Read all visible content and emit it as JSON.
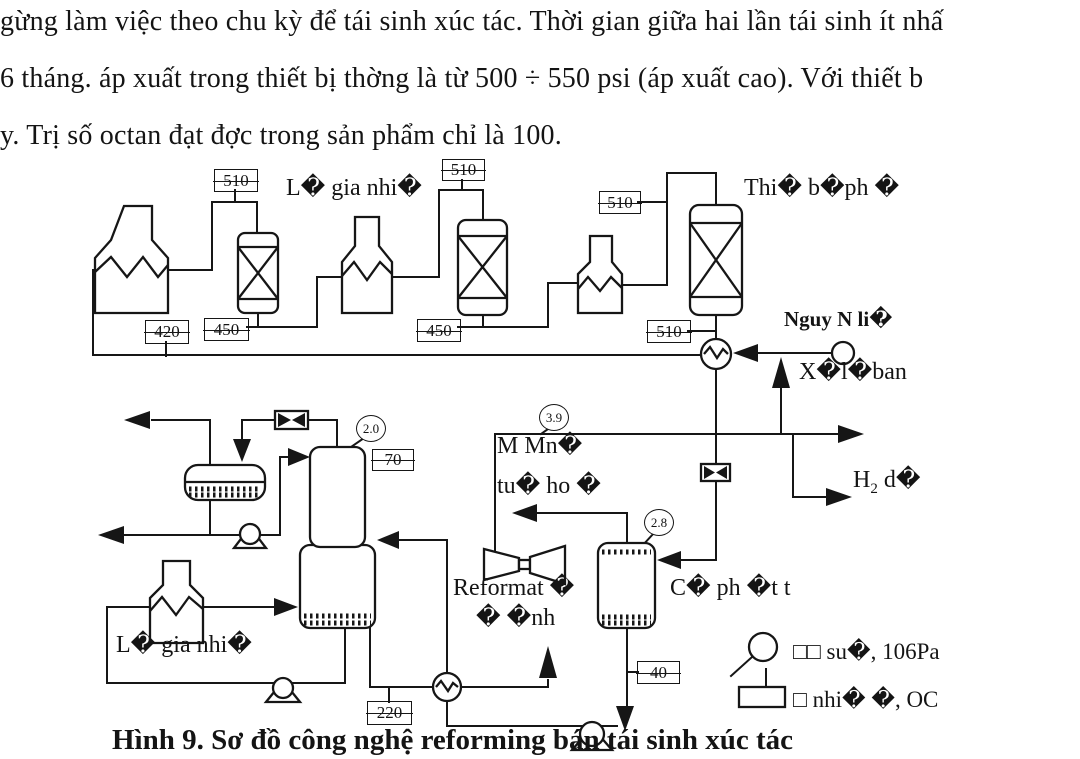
{
  "document": {
    "body_lines": [
      "gừng làm việc theo chu kỳ để tái sinh xúc tác. Thời gian giữa hai lần tái sinh ít nhấ",
      "6 tháng. áp xuất trong thiết bị thờng là từ 500 ÷ 550 psi (áp xuất cao). Với thiết b",
      "y. Trị số octan đạt đợc trong sản phẩm chỉ là 100."
    ],
    "caption": "Hình 9. Sơ đồ công nghệ reforming bán tái sinh xúc tác"
  },
  "diagram": {
    "labels": {
      "heater_top": "L� gia nhi�",
      "reactor": "Thi� b�ph �",
      "feed": "Nguy N  li�",
      "purge": "X�l�ban",
      "h2": {
        "base": "H",
        "sub": "2",
        "rest": " d�"
      },
      "compressor_line1": "M Mn�",
      "compressor_line2": "tu� ho �",
      "reformate_line1": "Reformat  �",
      "reformate_line2": "�  �nh",
      "separator": "C� ph �t t",
      "heater_bottom": "L� gia nhi�"
    },
    "temperature_boxes": [
      {
        "value": "510"
      },
      {
        "value": "510"
      },
      {
        "value": "510"
      },
      {
        "value": "510"
      },
      {
        "value": "420"
      },
      {
        "value": "450"
      },
      {
        "value": "450"
      },
      {
        "value": "70"
      },
      {
        "value": "220"
      },
      {
        "value": "40"
      }
    ],
    "pressure_gauges": [
      {
        "value": "2.0"
      },
      {
        "value": "3.9"
      },
      {
        "value": "2.8"
      }
    ],
    "legend": {
      "pressure_label": "□□ su�, 106Pa",
      "temperature_label": "□ nhi� �, OC"
    }
  }
}
